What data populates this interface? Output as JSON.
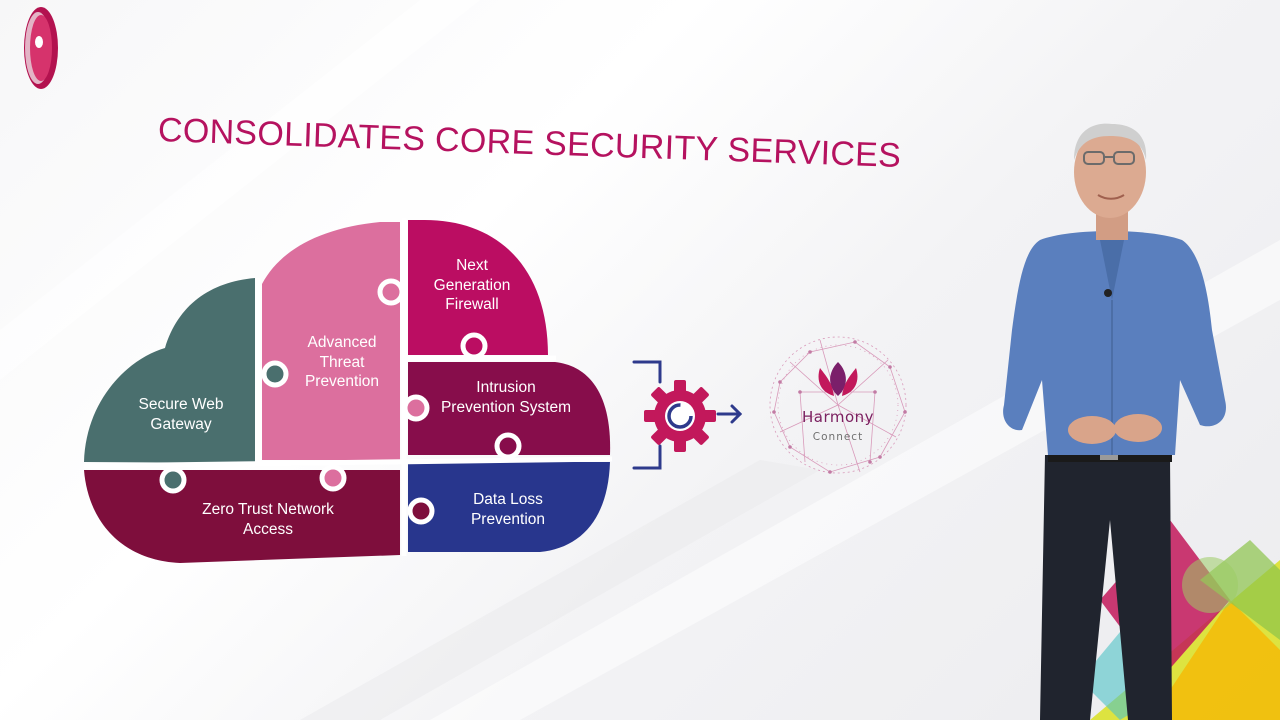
{
  "slide": {
    "title": "CONSOLIDATES CORE SECURITY SERVICES"
  },
  "colors": {
    "title": "#b5125f",
    "secure_web_gateway": "#4a6f6e",
    "advanced_threat_prevention": "#dc6f9e",
    "next_generation_firewall": "#bb0d62",
    "intrusion_prevention_system": "#870d4b",
    "zero_trust_network_access": "#7e0e3c",
    "data_loss_prevention": "#28368d",
    "gear": "#c2185b",
    "bracket_arrow": "#2e3a8c"
  },
  "puzzle_pieces": [
    {
      "id": "secure-web-gateway",
      "label": "Secure Web\nGateway"
    },
    {
      "id": "advanced-threat-prevention",
      "label": "Advanced\nThreat\nPrevention"
    },
    {
      "id": "next-generation-firewall",
      "label": "Next\nGeneration\nFirewall"
    },
    {
      "id": "intrusion-prevention-system",
      "label": "Intrusion\nPrevention System"
    },
    {
      "id": "zero-trust-network-access",
      "label": "Zero Trust Network\nAccess"
    },
    {
      "id": "data-loss-prevention",
      "label": "Data Loss\nPrevention"
    }
  ],
  "product": {
    "name": "Harmony",
    "sub": "Connect",
    "icon": "lotus-icon"
  },
  "icons": {
    "logo": "check-point-logo-icon",
    "gear": "gear-icon",
    "arrow": "arrow-right-icon",
    "bracket": "bracket-icon"
  }
}
